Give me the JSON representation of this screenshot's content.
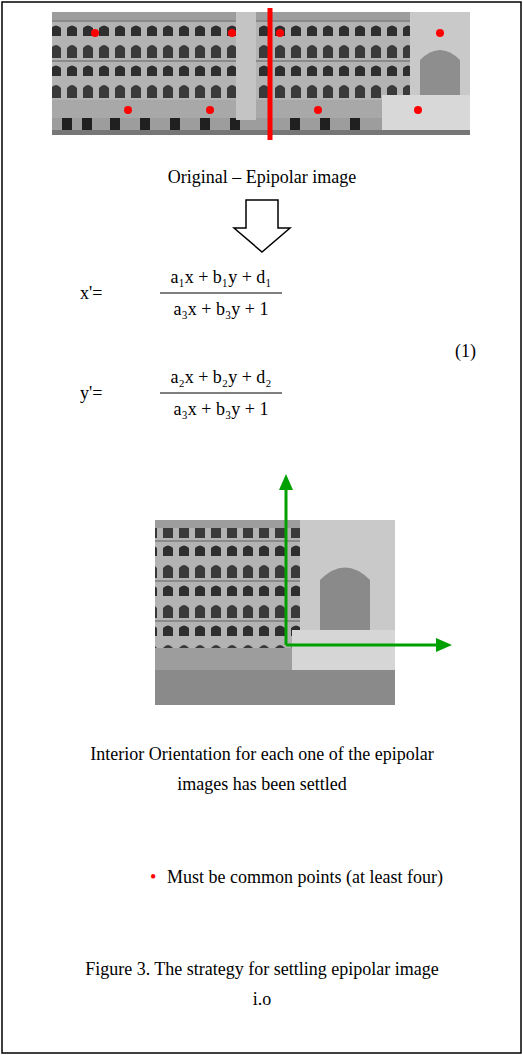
{
  "diagram": {
    "caption": "Figure 3. The strategy for settling epipolar image i.o",
    "labels": [
      "Original – Epipolar image",
      "x'=",
      "a₁x + b₁y + d₁",
      "a₃x + b₃y + 1",
      "(1)",
      "y'=",
      "a₂x + b₂y + d₂",
      "a₃x + b₃y + 1",
      "Interior Orientation for each one of the epipolar images has been settled",
      "•",
      "Must be common points (at least four)"
    ]
  }
}
